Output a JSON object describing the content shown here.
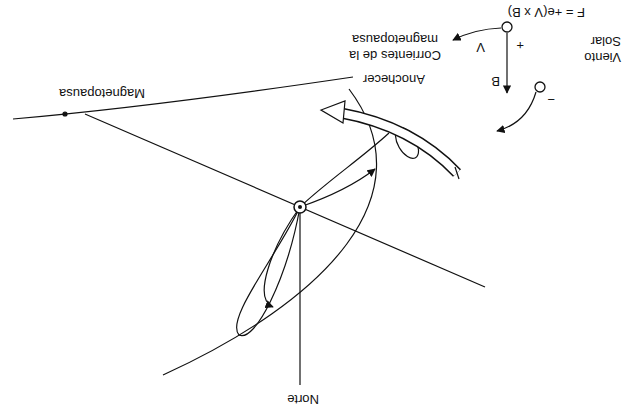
{
  "diagram": {
    "labels": [
      "Norte",
      "Magnetopausa",
      "Anochecer",
      "Corrientes de la magnetopausa",
      "Viento Solar",
      "F = +e(V x B)",
      "V",
      "B",
      "+",
      "−"
    ]
  }
}
